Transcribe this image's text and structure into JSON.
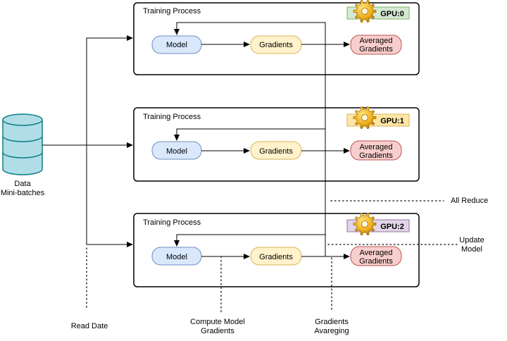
{
  "data_source": {
    "label_line1": "Data",
    "label_line2": "Mini-batches",
    "fill_color": "#b1dde6",
    "stroke_color": "#0e8088"
  },
  "processes": [
    {
      "title": "Training Process",
      "gpu_label": "GPU:0",
      "gpu_color": "#d5e8d4",
      "gpu_border": "#82b366",
      "model_label": "Model",
      "gradients_label": "Gradients",
      "averaged_line1": "Averaged",
      "averaged_line2": "Gradients"
    },
    {
      "title": "Training Process",
      "gpu_label": "GPU:1",
      "gpu_color": "#ffe6a6",
      "gpu_border": "#d6b656",
      "model_label": "Model",
      "gradients_label": "Gradients",
      "averaged_line1": "Averaged",
      "averaged_line2": "Gradients"
    },
    {
      "title": "Training Process",
      "gpu_label": "GPU:2",
      "gpu_color": "#e1d5e7",
      "gpu_border": "#9673a6",
      "model_label": "Model",
      "gradients_label": "Gradients",
      "averaged_line1": "Averaged",
      "averaged_line2": "Gradients"
    }
  ],
  "node_colors": {
    "model_fill": "#dae8fc",
    "model_stroke": "#6c8ebf",
    "gradients_fill": "#fff2cc",
    "gradients_stroke": "#d6b656",
    "averaged_fill": "#f8cecc",
    "averaged_stroke": "#b85450"
  },
  "annotations": {
    "all_reduce": "All Reduce",
    "update_model_line1": "Update",
    "update_model_line2": "Model",
    "read_data": "Read Date",
    "compute_line1": "Compute Model",
    "compute_line2": "Gradients",
    "averaging_line1": "Gradients",
    "averaging_line2": "Avareging"
  },
  "icons": {
    "gpu": "gear-icon",
    "data": "database-icon"
  }
}
